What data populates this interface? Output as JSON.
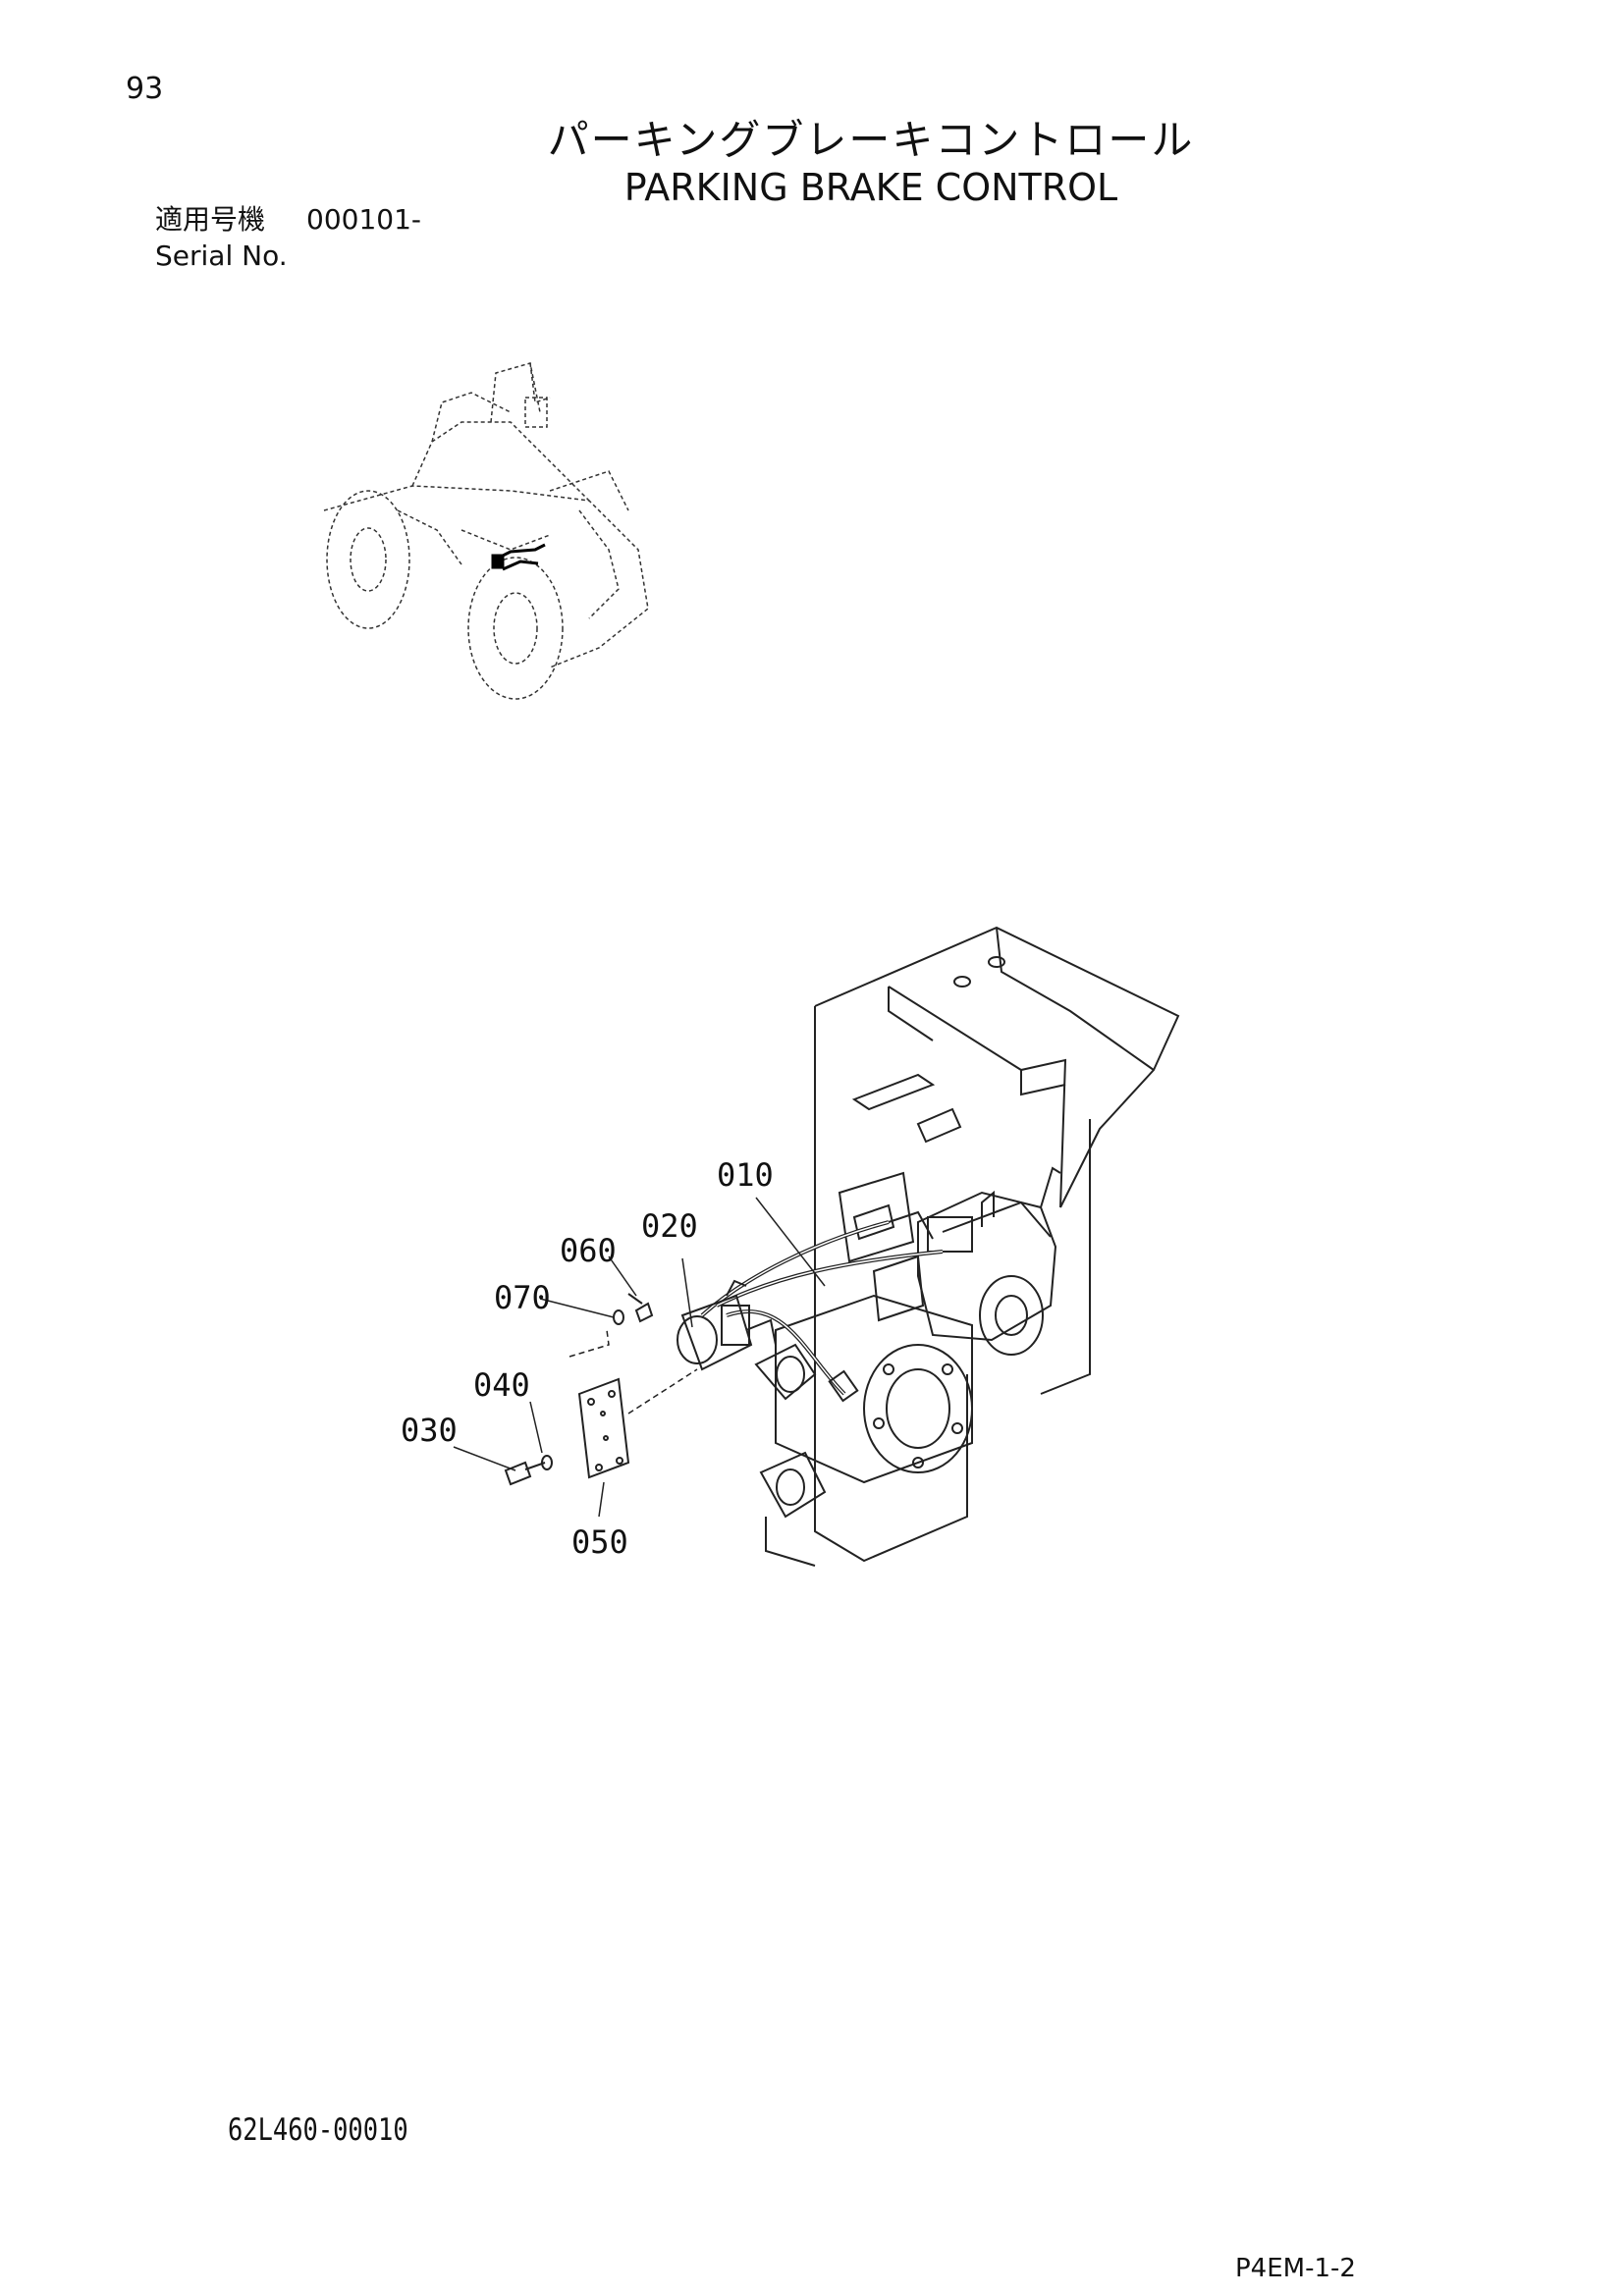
{
  "header": {
    "page_number": "93",
    "title_jp": "パーキングブレーキコントロール",
    "title_en": "PARKING BRAKE CONTROL",
    "serial_label_jp": "適用号機",
    "serial_value": "000101-",
    "serial_label_en": "Serial No."
  },
  "callouts": {
    "c010": "010",
    "c020": "020",
    "c030": "030",
    "c040": "040",
    "c050": "050",
    "c060": "060",
    "c070": "070"
  },
  "footer": {
    "drawing_number": "62L460-00010",
    "page_code": "P4EM-1-2"
  }
}
